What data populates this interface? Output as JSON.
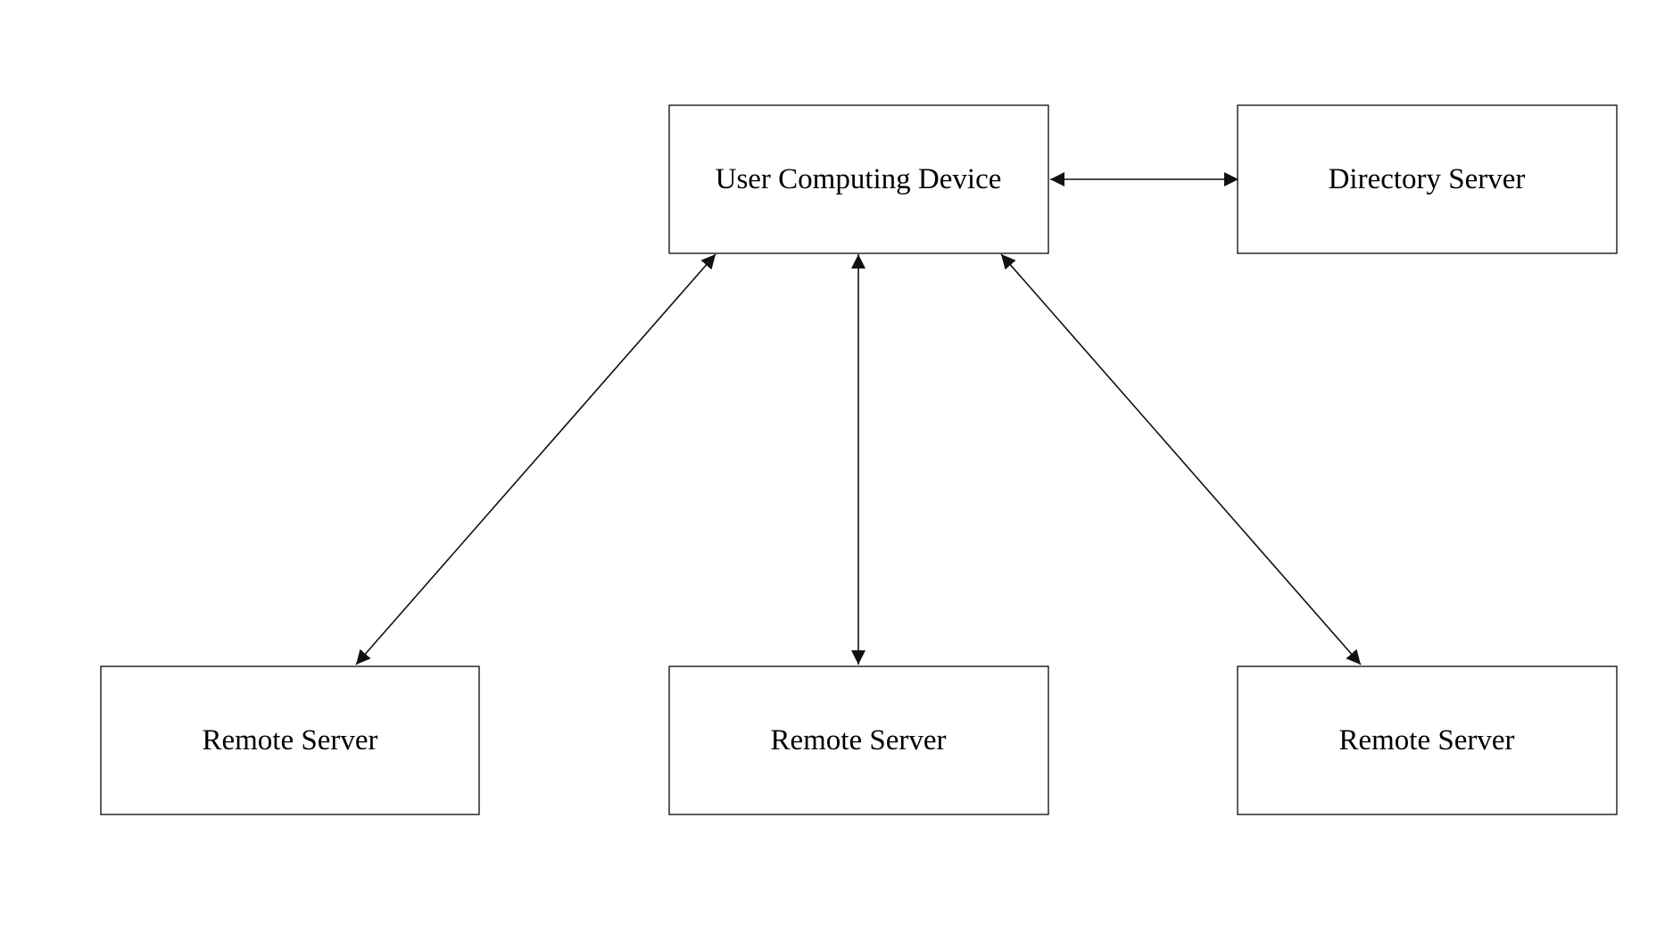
{
  "diagram": {
    "nodes": [
      {
        "id": "user",
        "label": "User Computing Device"
      },
      {
        "id": "directory",
        "label": "Directory Server"
      },
      {
        "id": "remote1",
        "label": "Remote Server"
      },
      {
        "id": "remote2",
        "label": "Remote Server"
      },
      {
        "id": "remote3",
        "label": "Remote Server"
      }
    ],
    "edges": [
      {
        "from": "user",
        "to": "directory",
        "direction": "both"
      },
      {
        "from": "user",
        "to": "remote1",
        "direction": "both"
      },
      {
        "from": "user",
        "to": "remote2",
        "direction": "both"
      },
      {
        "from": "user",
        "to": "remote3",
        "direction": "both"
      }
    ]
  },
  "colors": {
    "stroke": "#111111",
    "background": "#ffffff",
    "text": "#000000"
  }
}
